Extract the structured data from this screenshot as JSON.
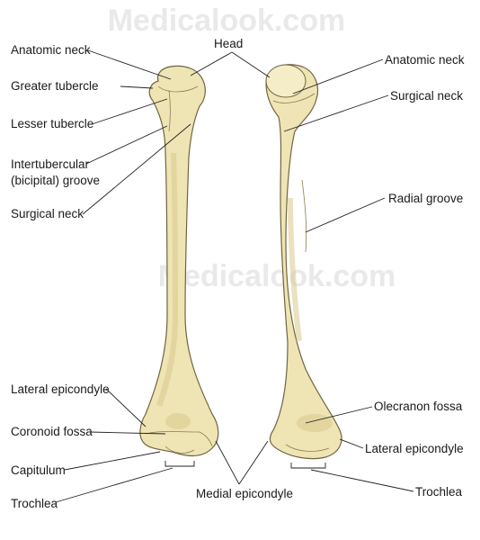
{
  "watermark": {
    "top": "Medicalook.com",
    "middle": "Medicalook.com"
  },
  "labels": {
    "head": "Head",
    "anatomic_neck_left": "Anatomic neck",
    "greater_tubercle": "Greater tubercle",
    "lesser_tubercle": "Lesser tubercle",
    "intertubercular_line1": "Intertubercular",
    "intertubercular_line2": "(bicipital) groove",
    "surgical_neck_left": "Surgical neck",
    "lateral_epicondyle_left": "Lateral epicondyle",
    "coronoid_fossa": "Coronoid fossa",
    "capitulum": "Capitulum",
    "trochlea_left": "Trochlea",
    "medial_epicondyle": "Medial epicondyle",
    "anatomic_neck_right": "Anatomic neck",
    "surgical_neck_right": "Surgical neck",
    "radial_groove": "Radial groove",
    "olecranon_fossa": "Olecranon fossa",
    "lateral_epicondyle_right": "Lateral epicondyle",
    "trochlea_right": "Trochlea"
  },
  "colors": {
    "bone_fill": "#efe4b4",
    "bone_outline": "#6f6540",
    "label_text": "#1a1a1a",
    "watermark": "#e9e9e9"
  }
}
